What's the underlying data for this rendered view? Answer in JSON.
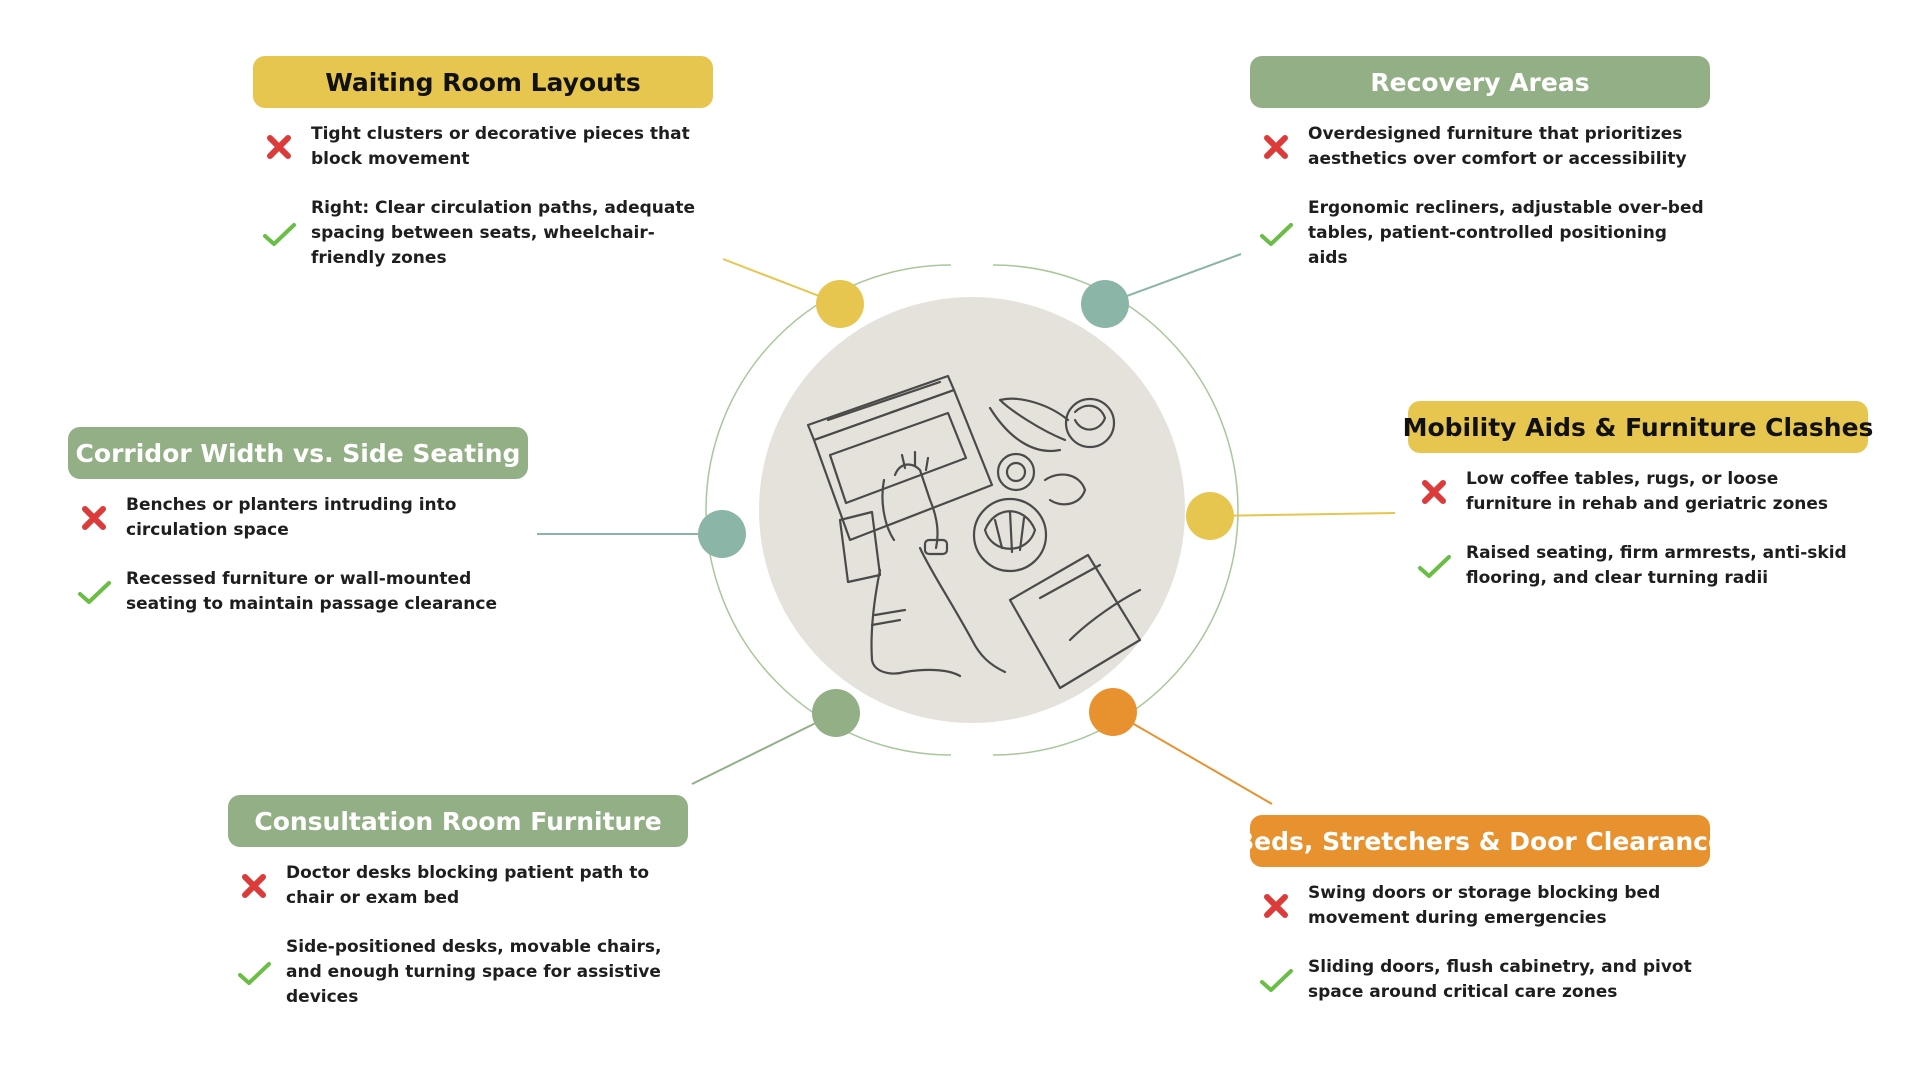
{
  "colors": {
    "yellow": "#E6C64E",
    "sage": "#93AF85",
    "teal": "#8AB5A7",
    "orange": "#E8922F",
    "cross_red": "#DD3A3A",
    "check_green": "#6BBE45",
    "center_fill": "#E4E2DB",
    "ring": "#A9C79B"
  },
  "icons": {
    "wrong": "cross-icon",
    "right": "check-icon"
  },
  "center": {
    "illustration": "laptop-desk-line-art"
  },
  "sections": {
    "waiting": {
      "title": "Waiting Room Layouts",
      "color": "#E6C64E",
      "text_color": "#111111",
      "wrong": "Tight clusters or decorative pieces that block movement",
      "right": "Right: Clear circulation paths, adequate spacing between seats, wheelchair-friendly zones"
    },
    "recovery": {
      "title": "Recovery Areas",
      "color": "#93AF85",
      "text_color": "#FFFFFF",
      "wrong": "Overdesigned furniture that prioritizes aesthetics over comfort or accessibility",
      "right": "Ergonomic recliners, adjustable over-bed tables, patient-controlled positioning aids"
    },
    "corridor": {
      "title": "Corridor Width vs. Side Seating",
      "color": "#93AF85",
      "text_color": "#FFFFFF",
      "wrong": " Benches or planters intruding into circulation space",
      "right": "Recessed furniture or wall-mounted seating to maintain passage clearance"
    },
    "mobility": {
      "title": "Mobility Aids & Furniture Clashes",
      "color": "#E6C64E",
      "text_color": "#111111",
      "wrong": "Low coffee tables, rugs, or loose furniture in rehab and geriatric zones",
      "right": "Raised seating, firm armrests, anti-skid flooring, and clear turning radii"
    },
    "consult": {
      "title": "Consultation Room Furniture",
      "color": "#93AF85",
      "text_color": "#FFFFFF",
      "wrong": "Doctor desks blocking patient path to chair or exam bed",
      "right": "Side-positioned desks, movable chairs, and enough turning space for assistive devices"
    },
    "beds": {
      "title": "Beds, Stretchers & Door Clearance",
      "color": "#E8922F",
      "text_color": "#FFFFFF",
      "wrong": "Swing doors or storage blocking bed movement during emergencies",
      "right": "Sliding doors, flush cabinetry, and pivot space around critical care zones"
    }
  }
}
